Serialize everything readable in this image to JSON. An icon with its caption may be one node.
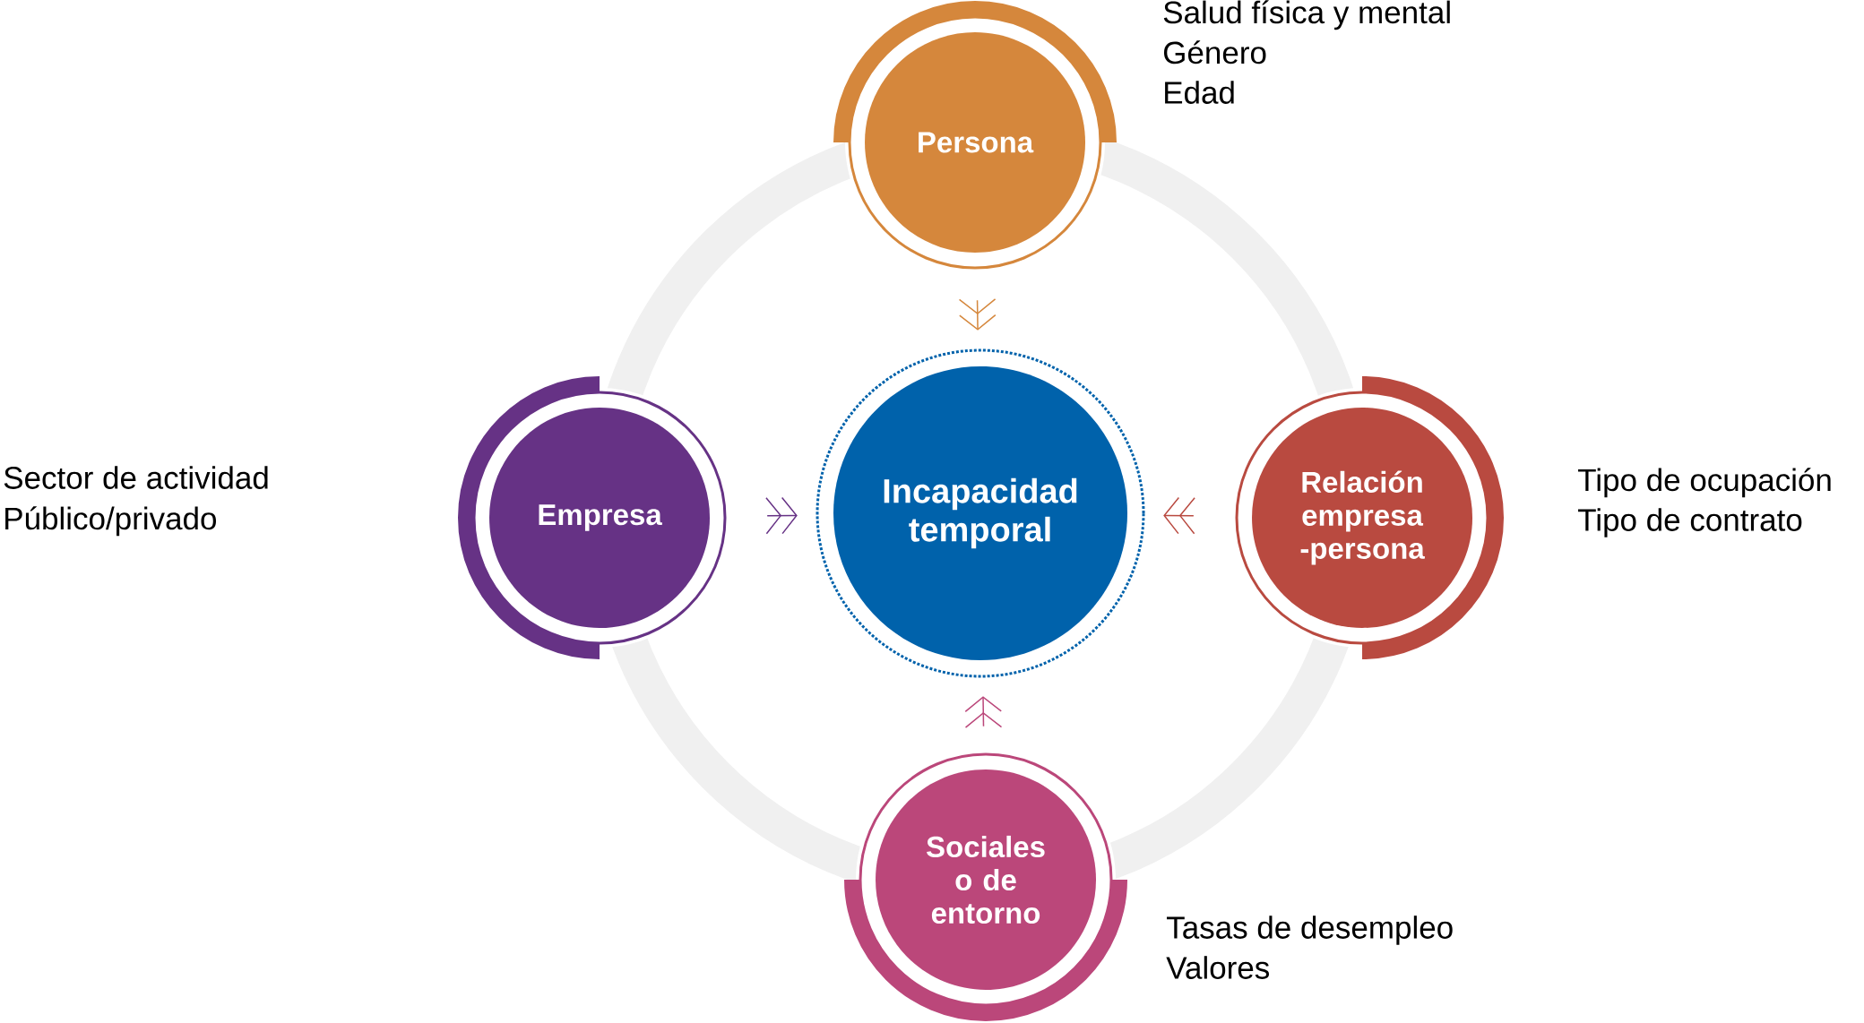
{
  "diagram": {
    "nodes": [
      {
        "text": [
          "Incapacidad temporal"
        ]
      },
      {
        "text": [
          "Persona"
        ],
        "beside": [
          "Salud física y mental",
          "Género",
          "Edad"
        ]
      },
      {
        "text": [
          "Empresa"
        ],
        "beside": [
          "Sector de actividad",
          "Público/privado"
        ]
      },
      {
        "text": [
          "Relación empresa -persona"
        ],
        "beside": [
          "Tipo de ocupación",
          "Tipo de contrato"
        ]
      },
      {
        "text": [
          "Sociales o de entorno"
        ],
        "beside": [
          "Tasas de desempleo",
          "Valores"
        ]
      }
    ],
    "edges": [
      {
        "from": 1,
        "to": 0,
        "arrow": "to",
        "color": "#d5873c"
      },
      {
        "from": 2,
        "to": 0,
        "arrow": "to",
        "color": "#663285"
      },
      {
        "from": 3,
        "to": 0,
        "arrow": "to",
        "color": "#b94a40"
      },
      {
        "from": 4,
        "to": 0,
        "arrow": "to",
        "color": "#bb477a"
      }
    ]
  }
}
